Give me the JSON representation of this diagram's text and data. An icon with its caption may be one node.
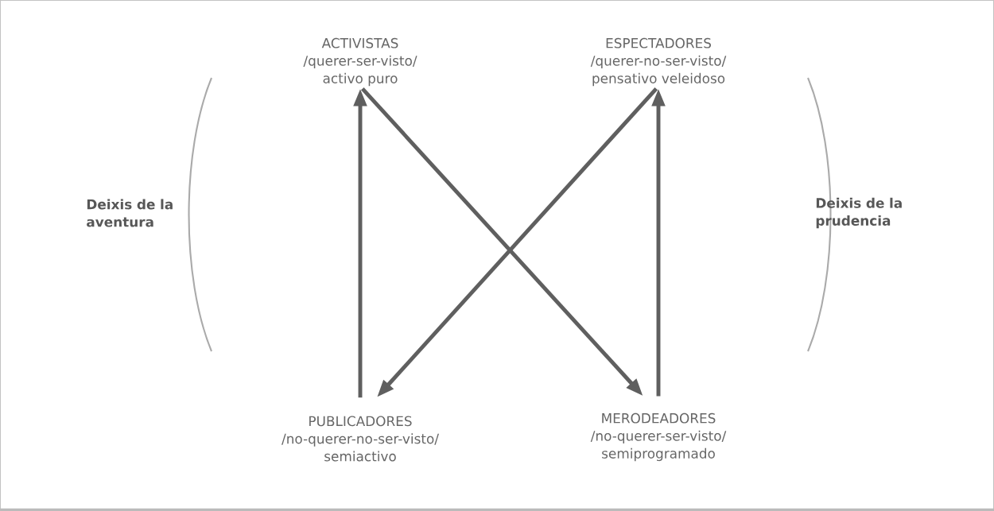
{
  "diagram": {
    "nodes": [
      {
        "text": [
          "ACTIVISTAS",
          "/querer-ser-visto/",
          "activo puro"
        ]
      },
      {
        "text": [
          "ESPECTADORES",
          "/querer-no-ser-visto/",
          "pensativo veleidoso"
        ]
      },
      {
        "text": [
          "PUBLICADORES",
          "/no-querer-no-ser-visto/",
          "semiactivo"
        ]
      },
      {
        "text": [
          "MERODEADORES",
          "/no-querer-ser-visto/",
          "semiprogramado"
        ]
      }
    ],
    "edges": [
      {
        "from": 2,
        "to": 0,
        "arrow": "to"
      },
      {
        "from": 0,
        "to": 3,
        "arrow": "to"
      },
      {
        "from": 3,
        "to": 1,
        "arrow": "to"
      },
      {
        "from": 1,
        "to": 2,
        "arrow": "to"
      }
    ],
    "labels": [
      "Deixis de la aventura",
      "Deixis de la prudencia"
    ]
  }
}
